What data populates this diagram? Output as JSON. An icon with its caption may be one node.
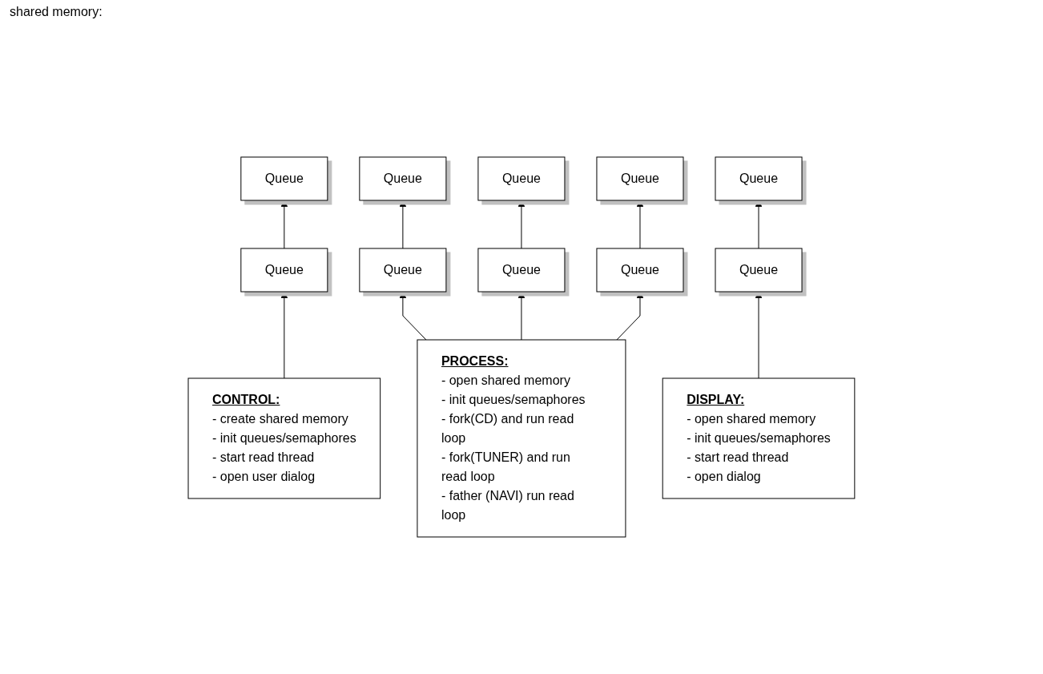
{
  "diagram": {
    "nodes": [
      {
        "text": [
          "Queue"
        ]
      },
      {
        "text": [
          "Queue"
        ]
      },
      {
        "text": [
          "Queue"
        ]
      },
      {
        "text": [
          "Queue"
        ]
      },
      {
        "text": [
          "Queue"
        ]
      },
      {
        "text": [
          "Queue"
        ]
      },
      {
        "text": [
          "Queue"
        ]
      },
      {
        "text": [
          "CONTROL:",
          "- create shared memory",
          "- init queues/semaphores",
          "- start read thread",
          "- open user dialog"
        ]
      },
      {
        "text": [
          "PROCESS:",
          "- open shared memory",
          "- init queues/semaphores",
          "- fork(CD) and run read loop",
          "- fork(TUNER) and run read loop",
          "- father (NAVI) run read loop"
        ]
      },
      {
        "text": [
          "DISPLAY:",
          "- open shared memory",
          "- init queues/semaphores",
          "- start read thread",
          "- open dialog"
        ]
      },
      {
        "text": [
          "Queue"
        ]
      },
      {
        "text": [
          "Queue"
        ]
      },
      {
        "text": [
          "Queue"
        ]
      }
    ],
    "edges": [
      {
        "from": 5,
        "to": 0,
        "arrow": "to"
      },
      {
        "from": 7,
        "to": 5,
        "arrow": "to"
      },
      {
        "from": 10,
        "to": 1,
        "arrow": "to"
      },
      {
        "from": 11,
        "to": 2,
        "arrow": "to"
      },
      {
        "from": 12,
        "to": 3,
        "arrow": "to"
      },
      {
        "from": 6,
        "to": 4,
        "arrow": "to"
      },
      {
        "from": 9,
        "to": 6,
        "arrow": "to"
      },
      {
        "from": 8,
        "to": 10,
        "arrow": "to"
      },
      {
        "from": 8,
        "to": 11,
        "arrow": "to"
      },
      {
        "from": 8,
        "to": 12,
        "arrow": "to"
      }
    ],
    "labels": [
      "shared memory:"
    ]
  }
}
